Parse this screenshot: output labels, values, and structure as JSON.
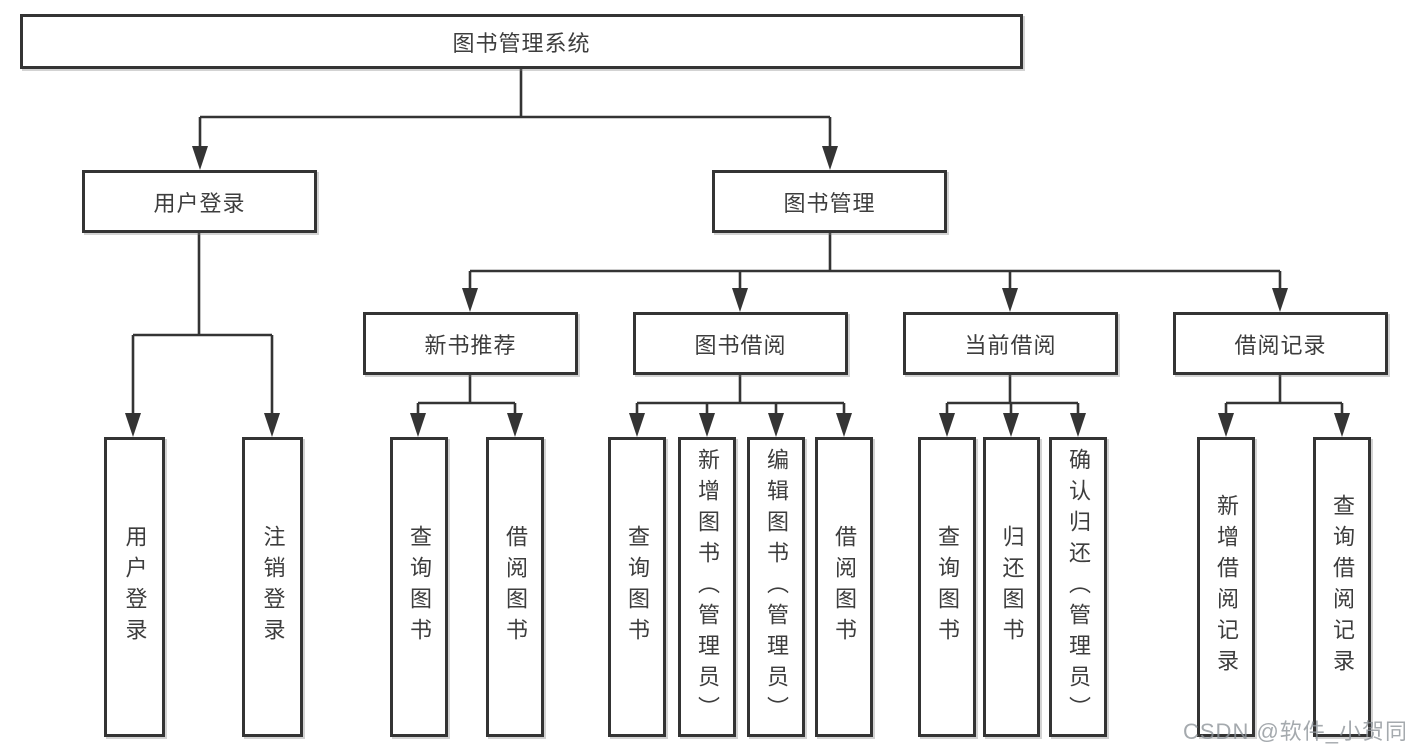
{
  "tree": {
    "label": "图书管理系统",
    "children": [
      {
        "label": "用户登录",
        "children": [
          {
            "label": "用户登录"
          },
          {
            "label": "注销登录"
          }
        ]
      },
      {
        "label": "图书管理",
        "children": [
          {
            "label": "新书推荐",
            "children": [
              {
                "label": "查询图书"
              },
              {
                "label": "借阅图书"
              }
            ]
          },
          {
            "label": "图书借阅",
            "children": [
              {
                "label": "查询图书"
              },
              {
                "label": "新增图书（管理员）"
              },
              {
                "label": "编辑图书（管理员）"
              },
              {
                "label": "借阅图书"
              }
            ]
          },
          {
            "label": "当前借阅",
            "children": [
              {
                "label": "查询图书"
              },
              {
                "label": "归还图书"
              },
              {
                "label": "确认归还（管理员）"
              }
            ]
          },
          {
            "label": "借阅记录",
            "children": [
              {
                "label": "新增借阅记录"
              },
              {
                "label": "查询借阅记录"
              }
            ]
          }
        ]
      }
    ]
  },
  "watermark": "CSDN @软件_小贺同学",
  "colors": {
    "line": "#343434",
    "border": "#343434",
    "text": "#3d3d3d",
    "background": "#ffffff",
    "watermark": "#8f959b"
  }
}
